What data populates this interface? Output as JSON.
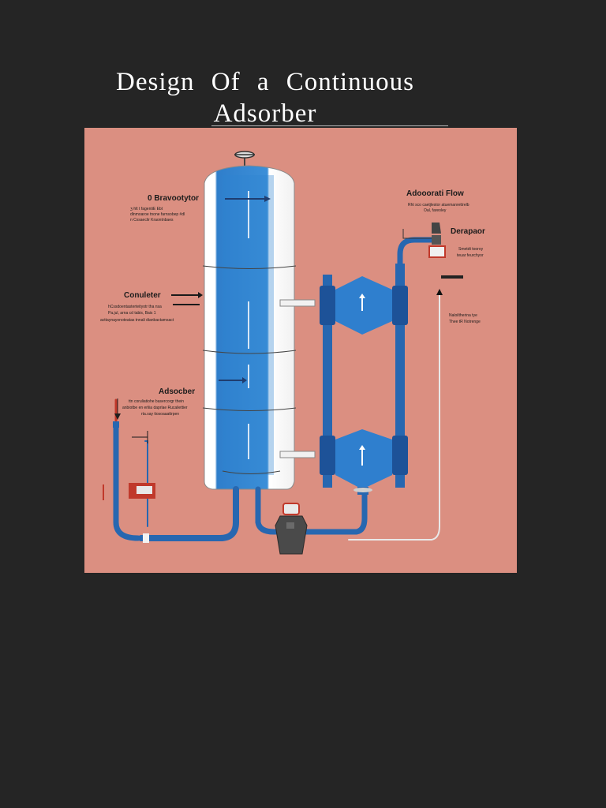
{
  "title": {
    "line1": "Design  Of  a  Continuous",
    "line2": "Adsorber"
  },
  "diagram": {
    "labels": {
      "top_left": {
        "heading": "0 Bravootytor",
        "lines": [
          "ʒ·hlt t fagentiE Ebt",
          "dlnmoaroe tnone farnsobep #dl",
          "n Cxsaeclir Kraontnbaes"
        ]
      },
      "middle_left": {
        "heading": "Conuleter",
        "lines": [
          "hCssdoentasterteityotr tha nsa",
          "Pa.jul, arna cd tabis, Bais 1",
          "acttaynayonoteatas tnnali dianbactamsact"
        ]
      },
      "lower_left": {
        "heading": "Adsocber",
        "lines": [
          "ttn coruliatiohe basercorgr thein",
          "anbiotbe en erliia daprlae Rucaliettier",
          "rta.say tiosoaaattrpen"
        ]
      },
      "top_right": {
        "heading": "Adooorati Flow",
        "lines": [
          "Rht sco caetjlestor atuemanrettrelb",
          "Oal, fareoley"
        ]
      },
      "right": {
        "heading": "Derapaor",
        "lines": [
          "Smetdt tooroy",
          "teuar feurchyor"
        ]
      },
      "lower_right": {
        "lines": [
          "Naloiltherina tye",
          "Thee tR Notrenge"
        ]
      }
    }
  }
}
